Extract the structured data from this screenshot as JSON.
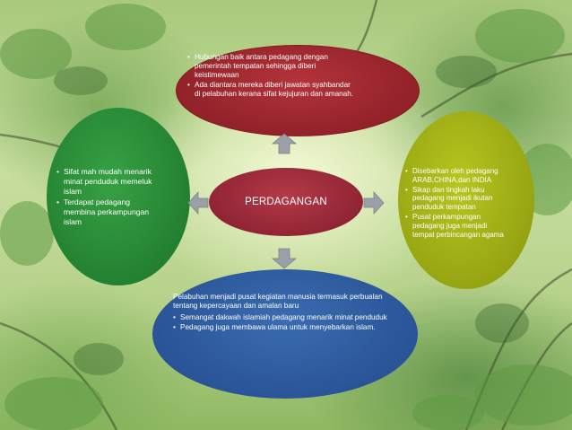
{
  "center": {
    "label": "PERDAGANGAN"
  },
  "top": {
    "bullets": [
      "Hubungan  baik antara  pedagang  dengan pemerintah  tempatan  sehingga diberi keistimewaan",
      "Ada diantara mereka diberi jawatan syahbandar di pelabuhan  kerana  sifat kejujuran  dan  amanah."
    ]
  },
  "left": {
    "bullets": [
      "Sifat mah mudah menarik minat penduduk memeluk islam",
      "Terdapat pedagang membina perkampungan islam"
    ]
  },
  "right": {
    "bullets": [
      "Disebarkan  oleh pedagang ARAB,CHINA,dan  INDIA",
      "Sikap  dan tingkah laku pedagang  menjadi ikutan penduduk tempatan",
      "Pusat perkampungan pedagang  juga menjadi tempat  perbincangan agama"
    ]
  },
  "bottom": {
    "intro": "Pelabuhan  menjadi pusat kegiatan manusia termasuk perbualan tentang kepercayaan dan amalan baru",
    "bullets": [
      "Semangat  dakwah  islamiah pedagang  menarik minat penduduk",
      "Pedagang juga membawa ulama  untuk menyebarkan islam."
    ]
  },
  "colors": {
    "top": "#9e2930",
    "left": "#2a8c38",
    "right": "#a3b21a",
    "bottom": "#2f5ea1",
    "center": "#9c2a3a",
    "arrow": "#9aa0a6"
  }
}
